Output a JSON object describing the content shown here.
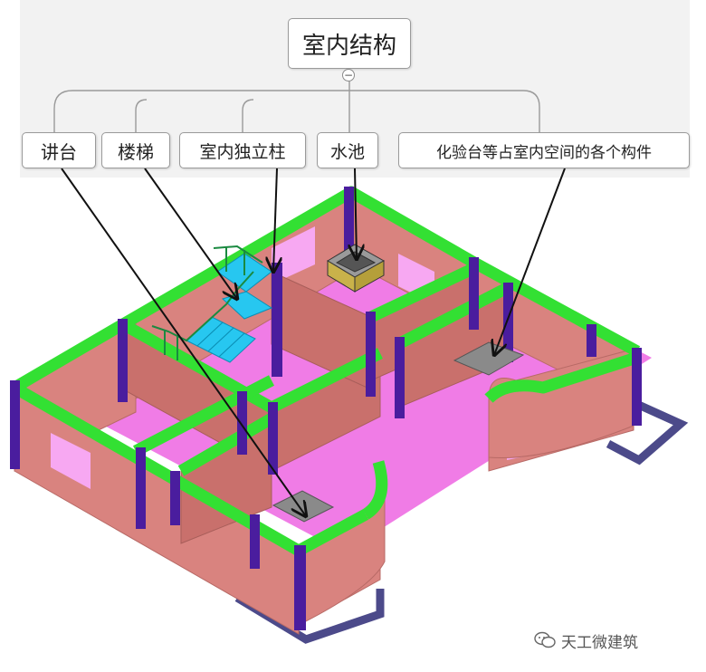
{
  "mindmap": {
    "root": "室内结构",
    "collapse_symbol": "−",
    "branches": [
      {
        "label": "讲台"
      },
      {
        "label": "楼梯"
      },
      {
        "label": "室内独立柱"
      },
      {
        "label": "水池"
      },
      {
        "label": "化验台等占室内空间的各个构件"
      }
    ]
  },
  "watermark": {
    "text": "天工微建筑"
  },
  "colors": {
    "wall": "#d9837f",
    "wall_dark": "#b86a66",
    "floor": "#f07ce6",
    "beam": "#33e033",
    "column": "#4a1d9e",
    "stairs": "#27c7f0",
    "stage": "#8a8a8a",
    "base_frame": "#4c4a8a",
    "arrow": "#111111"
  }
}
